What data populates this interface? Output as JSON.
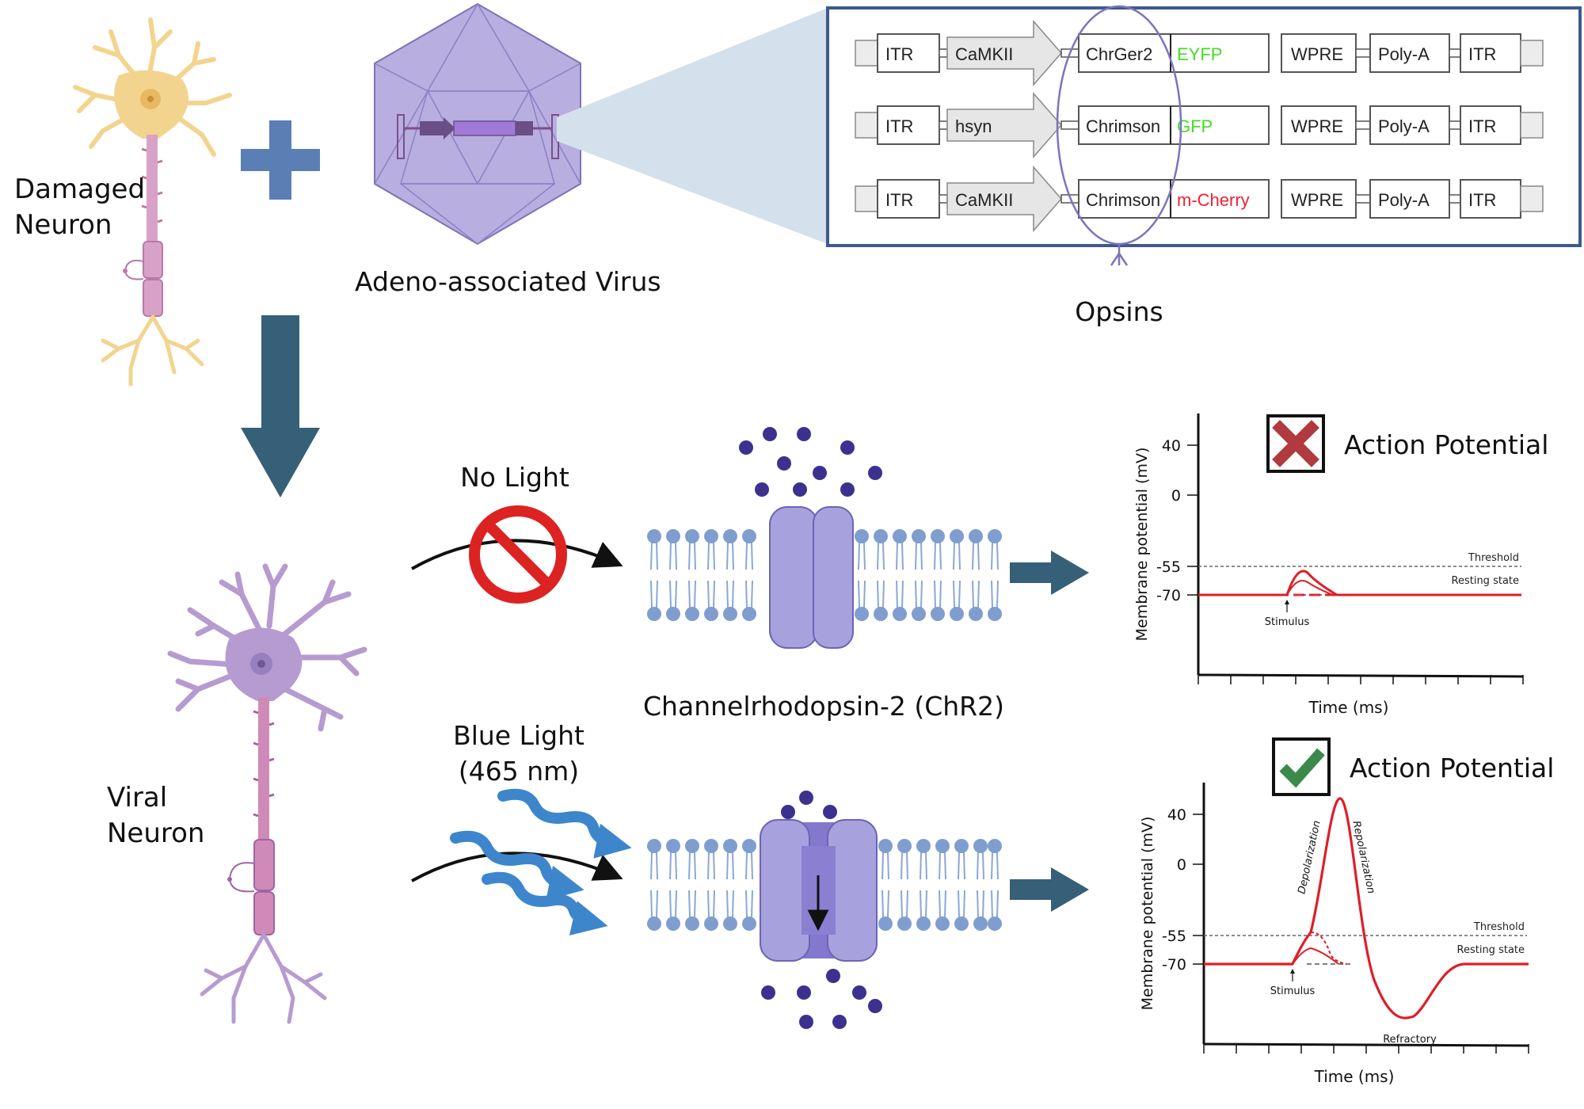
{
  "labels": {
    "damaged_neuron": [
      "Damaged",
      "Neuron"
    ],
    "viral_neuron": [
      "Viral",
      "Neuron"
    ],
    "aav": "Adeno-associated Virus",
    "opsins": "Opsins",
    "no_light": "No Light",
    "blue_light": [
      "Blue Light",
      "(465 nm)"
    ],
    "channel": "Channelrhodopsin-2 (ChR2)"
  },
  "constructs": [
    {
      "itr": "ITR",
      "promoter": "CaMKII",
      "opsin": "ChrGer2",
      "reporter": "EYFP",
      "reporter_color": "#44dd22",
      "wpre": "WPRE",
      "polya": "Poly-A",
      "itr2": "ITR"
    },
    {
      "itr": "ITR",
      "promoter": "hsyn",
      "opsin": "Chrimson",
      "reporter": "GFP",
      "reporter_color": "#44dd22",
      "wpre": "WPRE",
      "polya": "Poly-A",
      "itr2": "ITR"
    },
    {
      "itr": "ITR",
      "promoter": "CaMKII",
      "opsin": "Chrimson",
      "reporter": "m-Cherry",
      "reporter_color": "#ee2233",
      "wpre": "WPRE",
      "polya": "Poly-A",
      "itr2": "ITR"
    }
  ],
  "graphs": [
    {
      "result_label": "Action Potential",
      "result": "fail",
      "ylabel": "Membrane potential (mV)",
      "xlabel": "Time (ms)",
      "yticks": [
        "40",
        "0",
        "-55",
        "-70"
      ],
      "threshold_label": "Threshold",
      "resting_label": "Resting state",
      "stimulus_label": "Stimulus"
    },
    {
      "result_label": "Action Potential",
      "result": "success",
      "ylabel": "Membrane potential (mV)",
      "xlabel": "Time (ms)",
      "yticks": [
        "40",
        "0",
        "-55",
        "-70"
      ],
      "threshold_label": "Threshold",
      "resting_label": "Resting state",
      "stimulus_label": "Stimulus",
      "depolarization_label": "Depolarization",
      "repolarization_label": "Repolarization",
      "refractory_label": "Refractory"
    }
  ],
  "colors": {
    "neuron_damaged": "#f3d48f",
    "neuron_viral": "#b69bd0",
    "virus": "#a99bd3",
    "arrow_teal": "#366078",
    "plus": "#5b7fb5",
    "channel": "#a7a2de",
    "channel_dark": "#7e74c9",
    "ion": "#3d318f",
    "lipid": "#8aa8d3",
    "trace": "#dd1f26",
    "blue_wave": "#3d86cb",
    "no_sign": "#dd2222",
    "cross": "#b03a3e",
    "check": "#3b8a4b",
    "box_border": "#3c5a8c"
  }
}
